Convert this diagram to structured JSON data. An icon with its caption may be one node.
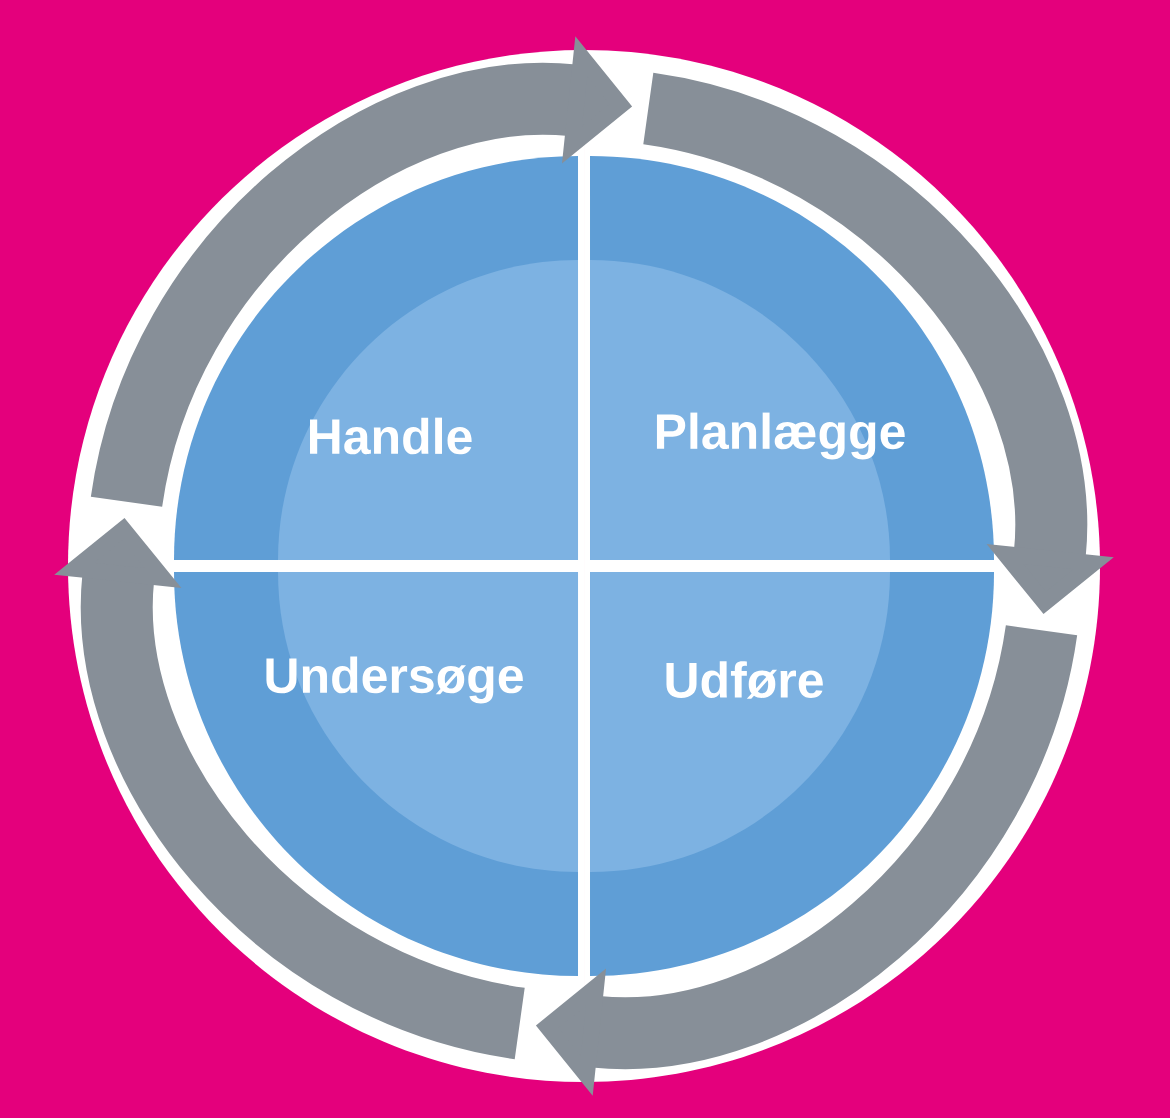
{
  "diagram": {
    "nodes": [
      {
        "text": [
          "Handle"
        ]
      },
      {
        "text": [
          "Planlægge"
        ]
      },
      {
        "text": [
          "Undersøge"
        ]
      },
      {
        "text": [
          "Udføre"
        ]
      }
    ],
    "edges": [
      {
        "from": 0,
        "to": 1,
        "arrow": "to"
      },
      {
        "from": 1,
        "to": 3,
        "arrow": "to"
      },
      {
        "from": 3,
        "to": 2,
        "arrow": "to"
      },
      {
        "from": 2,
        "to": 0,
        "arrow": "to"
      }
    ]
  }
}
